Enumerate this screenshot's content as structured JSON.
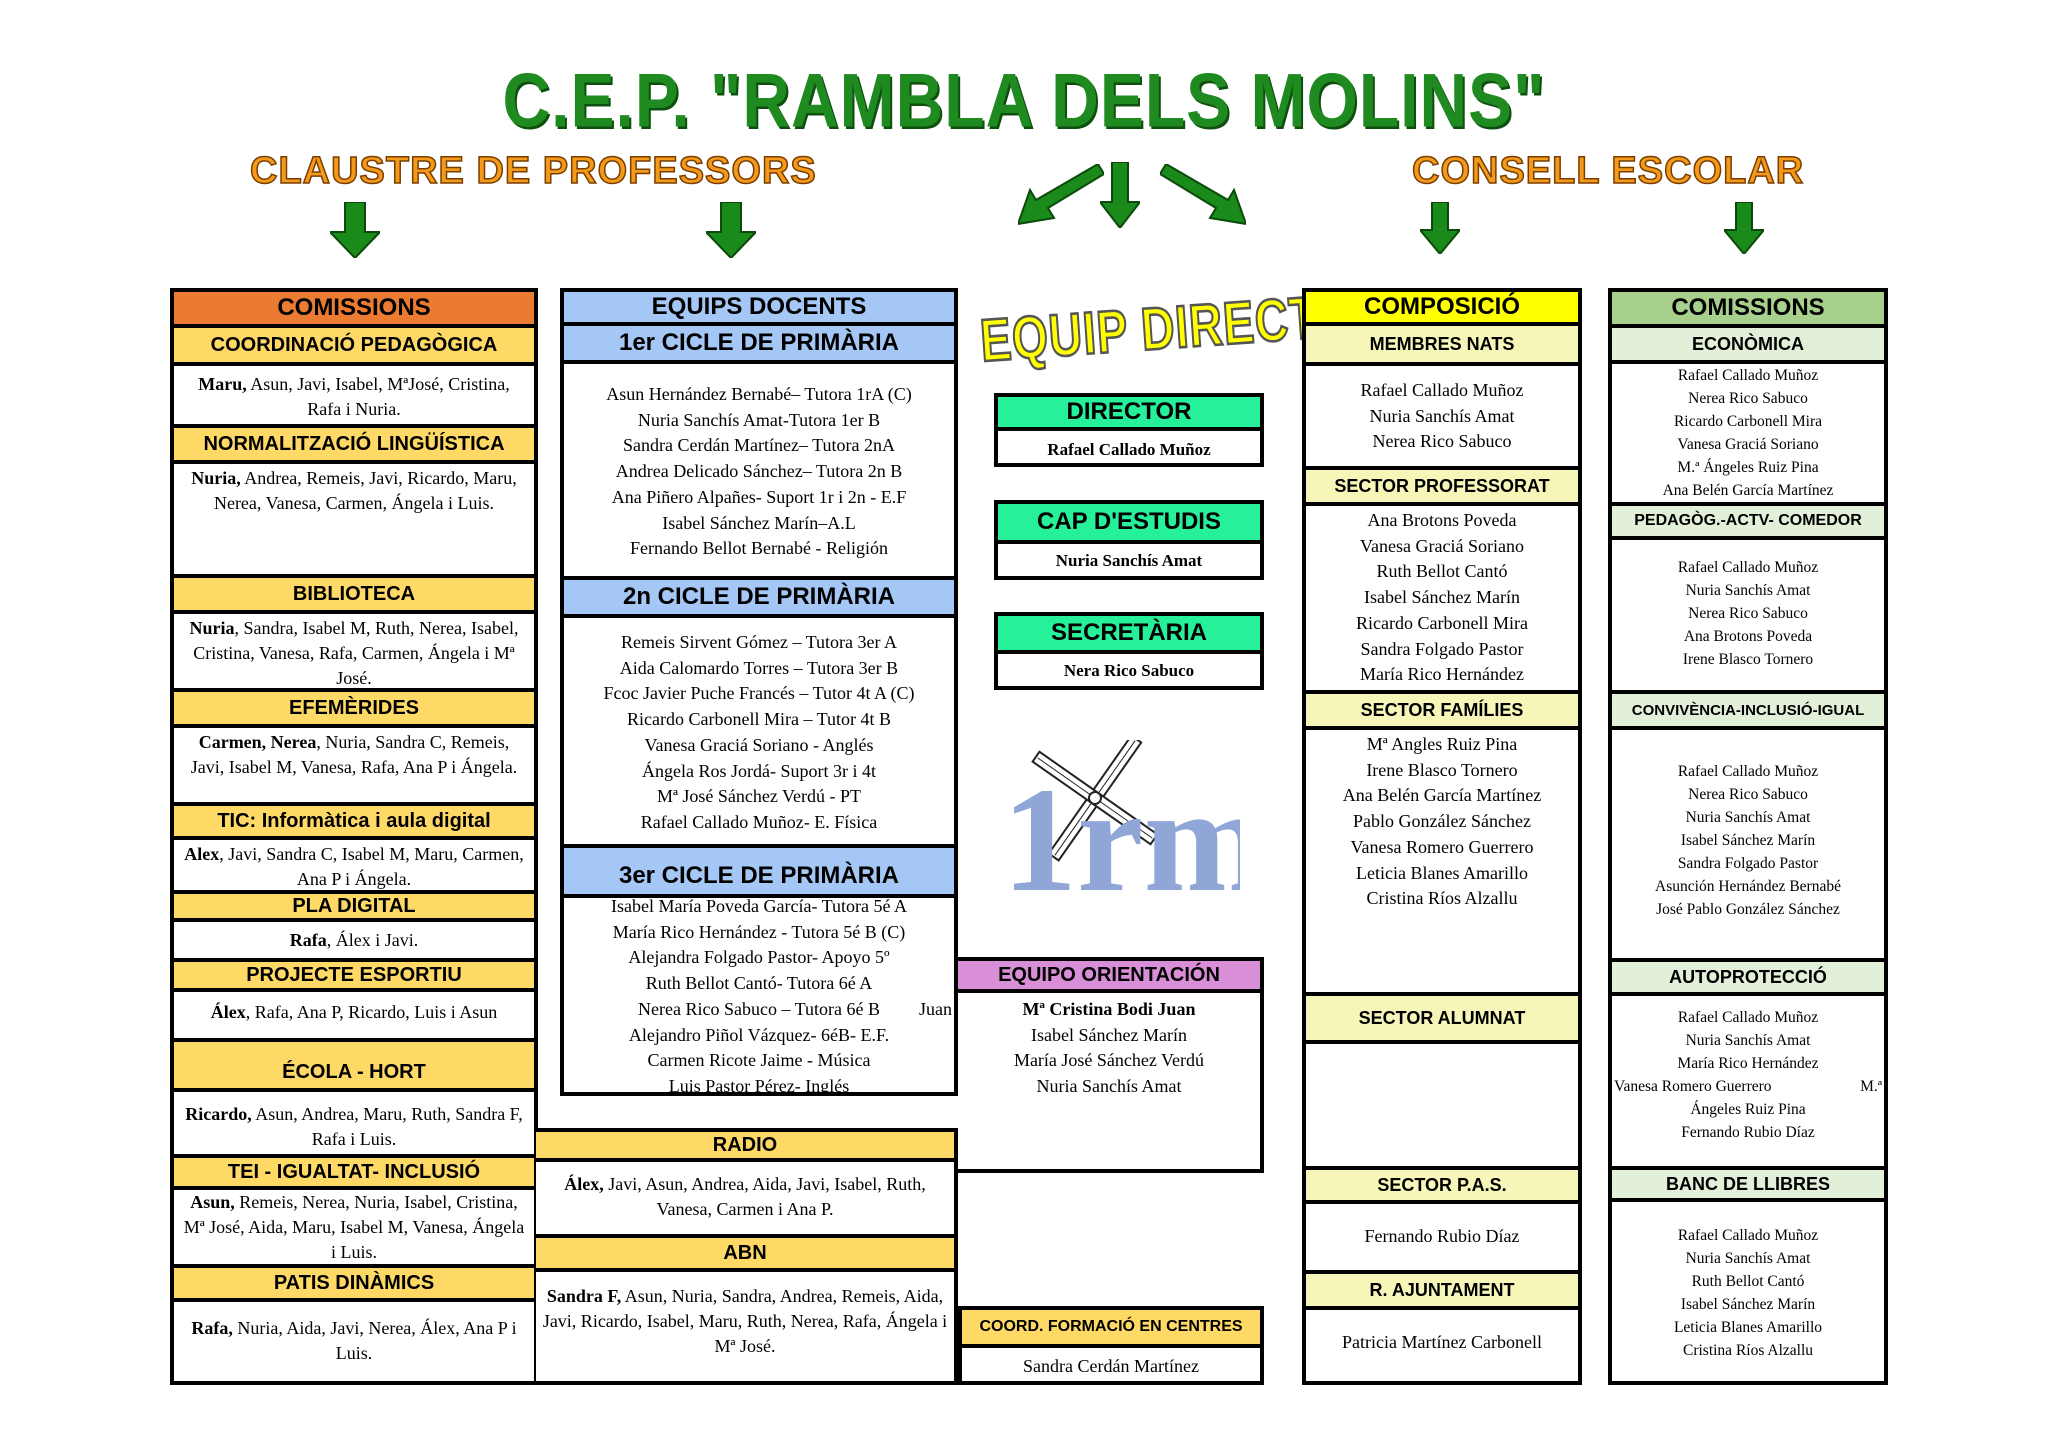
{
  "title": "C.E.P. \"RAMBLA DELS MOLINS\"",
  "claustre": "CLAUSTRE DE PROFESSORS",
  "consell": "CONSELL ESCOLAR",
  "equip_directiu": "EQUIP DIRECTIU",
  "logo_text": "1rm",
  "colors": {
    "title_green": "#1f8a1f",
    "subtitle_orange": "#f39a1c",
    "arrow_green": "#1a8a1a",
    "comissions_orange": "#ec7b32",
    "header_yellow": "#ffd966",
    "equips_blue": "#a4c7f5",
    "directiu_green": "#26f09a",
    "orientacio_violet": "#d98fd8",
    "composicio_yellow": "#ffff00",
    "sector_cream": "#f6f6b8",
    "consell_green": "#a8d08d",
    "consell_pale": "#e2efd9"
  },
  "col1": {
    "header": "COMISSIONS",
    "coord_title": "COORDINACIÓ PEDAGÒGICA",
    "coord_bold": "Maru,",
    "coord_text": " Asun, Javi, Isabel, MªJosé, Cristina, Rafa i Nuria.",
    "norm_title": "NORMALITZACIÓ LINGÜÍSTICA",
    "norm_bold": "Nuria,",
    "norm_text": " Andrea, Remeis, Javi, Ricardo, Maru, Nerea, Vanesa, Carmen, Ángela i Luis.",
    "bib_title": "BIBLIOTECA",
    "bib_bold": "Nuria",
    "bib_text": ", Sandra, Isabel M, Ruth, Nerea, Isabel, Cristina, Vanesa, Rafa, Carmen, Ángela i Mª José.",
    "efem_title": "EFEMÈRIDES",
    "efem_bold": "Carmen, Nerea",
    "efem_text": ", Nuria, Sandra C, Remeis, Javi, Isabel M, Vanesa, Rafa, Ana P i Ángela.",
    "tic_title": "TIC: Informàtica i aula digital",
    "tic_bold": "Alex",
    "tic_text": ", Javi, Sandra C, Isabel M, Maru, Carmen, Ana P i Ángela.",
    "pla_title": "PLA DIGITAL",
    "pla_bold": "Rafa",
    "pla_text": ", Álex i Javi.",
    "proj_title": "PROJECTE ESPORTIU",
    "proj_bold": "Álex",
    "proj_text": ", Rafa, Ana P, Ricardo, Luis i Asun",
    "hort_title": "ÉCOLA - HORT",
    "hort_bold": "Ricardo,",
    "hort_text": " Asun, Andrea, Maru, Ruth, Sandra F, Rafa i Luis.",
    "tei_title": "TEI - IGUALTAT- INCLUSIÓ",
    "tei_bold": "Asun,",
    "tei_text": " Remeis, Nerea, Nuria, Isabel, Cristina, Mª José, Aida, Maru, Isabel M, Vanesa, Ángela i Luis.",
    "patis_title": "PATIS DINÀMICS",
    "patis_bold": "Rafa,",
    "patis_text": " Nuria, Aida, Javi, Nerea, Álex, Ana P i Luis."
  },
  "col2": {
    "header": "EQUIPS DOCENTS",
    "c1_title": "1er CICLE DE PRIMÀRIA",
    "c1_lines": [
      "Asun Hernández Bernabé– Tutora 1rA (C)",
      "Nuria Sanchís Amat-Tutora 1er B",
      "Sandra Cerdán Martínez– Tutora 2nA",
      "Andrea Delicado Sánchez– Tutora 2n B",
      "Ana Piñero Alpañes- Suport 1r i  2n - E.F",
      "Isabel Sánchez Marín–A.L",
      "Fernando Bellot Bernabé - Religión"
    ],
    "c2_title": "2n CICLE DE PRIMÀRIA",
    "c2_lines": [
      "Remeis Sirvent Gómez – Tutora 3er A",
      "Aida Calomardo Torres – Tutora 3er B",
      "Fcoc Javier Puche Francés – Tutor 4t A (C)",
      "Ricardo Carbonell Mira – Tutor 4t B",
      "Vanesa Graciá Soriano -  Anglés",
      "Ángela Ros Jordá- Suport 3r i 4t",
      "Mª José Sánchez Verdú   - PT",
      "Rafael Callado Muñoz- E. Física"
    ],
    "c3_title": "3er CICLE DE PRIMÀRIA",
    "c3_lines": [
      "Isabel María Poveda García- Tutora 5é A",
      "María Rico Hernández  - Tutora 5é B (C)",
      "Alejandra Folgado Pastor- Apoyo 5º",
      "Ruth Bellot Cantó-  Tutora 6é A",
      "Nerea Rico Sabuco – Tutora 6é B",
      "Alejandro Piñol Vázquez- 6éB- E.F.",
      "Carmen Ricote Jaime  - Música",
      "Luis Pastor Pérez- Inglés"
    ],
    "c3_juan": "Juan",
    "radio_title": "RADIO",
    "radio_bold": "Álex,",
    "radio_text": " Javi, Asun, Andrea, Aida, Javi, Isabel, Ruth, Vanesa, Carmen i Ana P.",
    "abn_title": "ABN",
    "abn_bold": "Sandra F,",
    "abn_text": " Asun, Nuria, Sandra, Andrea, Remeis, Aida, Javi, Ricardo, Isabel, Maru, Ruth, Nerea, Rafa, Ángela i Mª José."
  },
  "col3": {
    "director_title": "DIRECTOR",
    "director_name": "Rafael Callado Muñoz",
    "cap_title": "CAP D'ESTUDIS",
    "cap_name": "Nuria Sanchís Amat",
    "sec_title": "SECRETÀRIA",
    "sec_name": "Nera Rico Sabuco",
    "orient_title": "EQUIPO ORIENTACIÓN",
    "orient_lead": "Mª Cristina Bodi Juan",
    "orient_lines": [
      "Isabel Sánchez Marín",
      "María José Sánchez Verdú",
      "Nuria Sanchís Amat"
    ],
    "coord_title": "COORD. FORMACIÓ EN CENTRES",
    "coord_name": "Sandra Cerdán Martínez"
  },
  "col4": {
    "header": "COMPOSICIÓ",
    "nats_title": "MEMBRES NATS",
    "nats_lines": [
      "Rafael Callado Muñoz",
      "Nuria Sanchís Amat",
      "Nerea Rico Sabuco"
    ],
    "prof_title": "SECTOR PROFESSORAT",
    "prof_lines": [
      "Ana Brotons Poveda",
      "Vanesa Graciá Soriano",
      "Ruth Bellot Cantó",
      "Isabel Sánchez Marín",
      "Ricardo Carbonell Mira",
      "Sandra Folgado Pastor",
      "María Rico Hernández"
    ],
    "fam_title": "SECTOR FAMÍLIES",
    "fam_lines": [
      "Mª Angles Ruiz Pina",
      "Irene Blasco Tornero",
      "Ana  Belén García Martínez",
      "Pablo González Sánchez",
      "Vanesa Romero Guerrero",
      "Leticia Blanes Amarillo",
      "Cristina Ríos Alzallu"
    ],
    "alumnat_title": "SECTOR ALUMNAT",
    "pas_title": "SECTOR P.A.S.",
    "pas_name": "Fernando Rubio Díaz",
    "ajunt_title": "R. AJUNTAMENT",
    "ajunt_name": "Patricia Martínez Carbonell"
  },
  "col5": {
    "header": "COMISSIONS",
    "eco_title": "ECONÒMICA",
    "eco_lines": [
      "Rafael Callado Muñoz",
      "Nerea Rico Sabuco",
      "Ricardo Carbonell Mira",
      "Vanesa Graciá Soriano",
      "M.ª  Ángeles Ruiz Pina",
      "Ana Belén García Martínez"
    ],
    "ped_title": "PEDAGÒG.-ACTV- COMEDOR",
    "ped_lines": [
      "Rafael Callado Muñoz",
      "Nuria Sanchís Amat",
      "Nerea Rico Sabuco",
      "Ana Brotons Poveda",
      "Irene Blasco Tornero"
    ],
    "conv_title": "CONVIVÈNCIA-INCLUSIÓ-IGUAL",
    "conv_lines": [
      "Rafael Callado Muñoz",
      "Nerea Rico Sabuco",
      "Nuria Sanchís Amat",
      "Isabel Sánchez Marín",
      "Sandra Folgado Pastor",
      "Asunción Hernández Bernabé",
      "José Pablo González Sánchez"
    ],
    "auto_title": "AUTOPROTECCIÓ",
    "auto_lines": [
      "Rafael Callado Muñoz",
      "Nuria Sanchís Amat",
      "María Rico Hernández"
    ],
    "auto_vanesa": "Vanesa Romero Guerrero",
    "auto_ma": "M.ª",
    "auto_lines2": [
      "Ángeles Ruiz Pina",
      "Fernando Rubio Díaz"
    ],
    "banc_title": "BANC DE LLIBRES",
    "banc_lines": [
      "Rafael Callado Muñoz",
      "Nuria Sanchís Amat",
      "Ruth Bellot Cantó",
      "Isabel Sánchez Marín",
      "Leticia Blanes Amarillo",
      "Cristina Ríos Alzallu"
    ]
  }
}
